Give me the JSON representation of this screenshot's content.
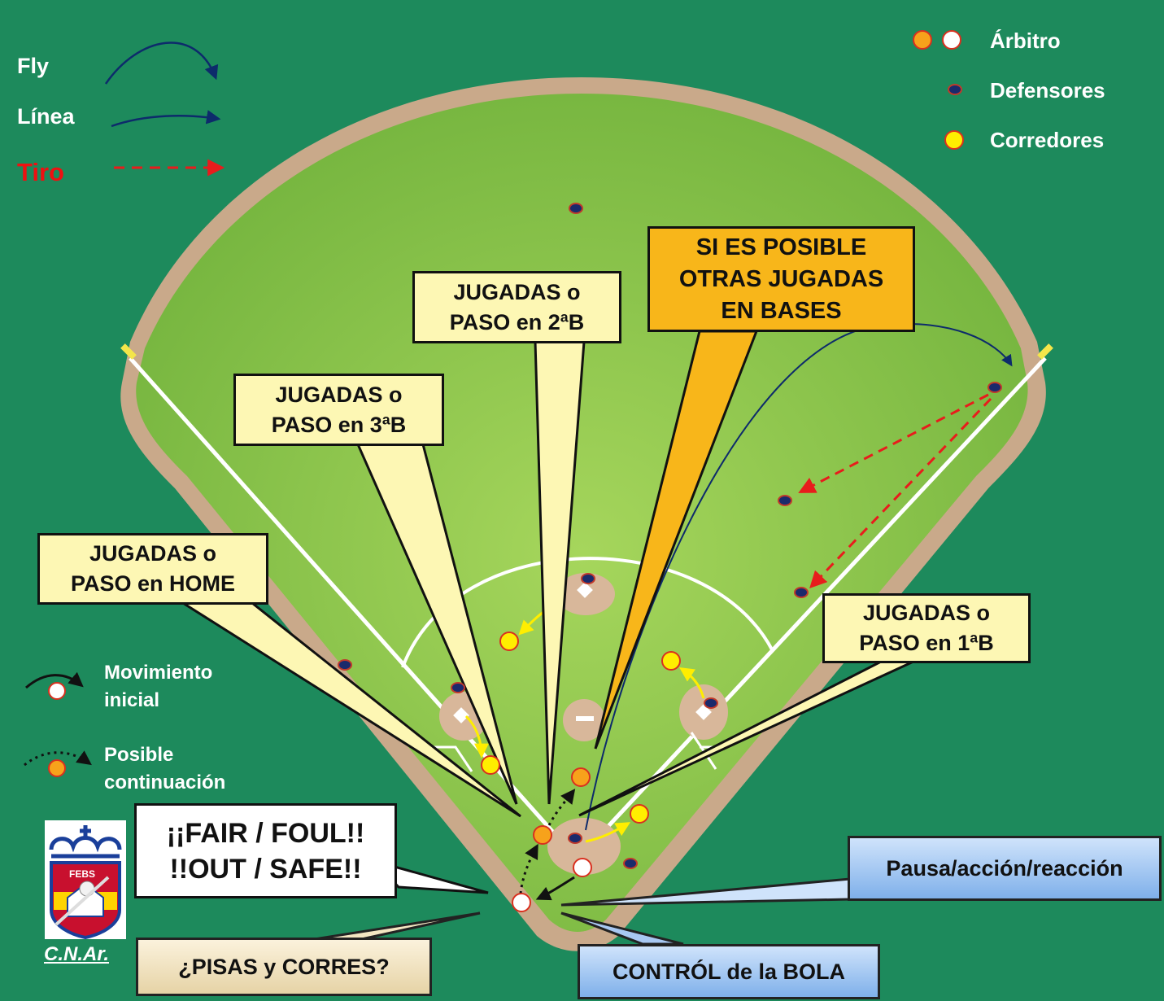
{
  "legend": {
    "fly": "Fly",
    "linea": "Línea",
    "tiro": "Tiro"
  },
  "key": {
    "arbitro": "Árbitro",
    "defensores": "Defensores",
    "corredores": "Corredores"
  },
  "movement": {
    "inicial_1": "Movimiento",
    "inicial_2": "inicial",
    "continuacion_1": "Posible",
    "continuacion_2": "continuación"
  },
  "callouts": {
    "segunda_1": "JUGADAS o",
    "segunda_2": "PASO en 2ªB",
    "tercera_1": "JUGADAS o",
    "tercera_2": "PASO en 3ªB",
    "home_1": "JUGADAS o",
    "home_2": "PASO en HOME",
    "primera_1": "JUGADAS o",
    "primera_2": "PASO en 1ªB",
    "otras_1": "SI ES POSIBLE",
    "otras_2": "OTRAS JUGADAS",
    "otras_3": "EN BASES",
    "fair_1": "¡¡FAIR / FOUL!!",
    "fair_2": "!!OUT / SAFE!!",
    "pausa": "Pausa/acción/reacción",
    "control": "CONTRÓL de la BOLA",
    "pisas": "¿PISAS y CORRES?"
  },
  "logo": {
    "caption": "C.N.Ar.",
    "emblem_text": "FEBS"
  },
  "colors": {
    "background": "#1d8a5c",
    "grass": "#86c14a",
    "warning_track": "#c9a98a",
    "dirt": "#d8b79a",
    "umpire_orange": "#f7a21b",
    "umpire_white": "#ffffff",
    "defender": "#1a2a6c",
    "defender_edge": "#c0392b",
    "runner": "#ffee00",
    "runner_edge": "#d9301f",
    "fly_line": "#0d2b6b",
    "throw": "#e81c1c",
    "callout_yellow": "#fdf7b4",
    "callout_orange": "#f8b61a"
  },
  "icons": [
    "fly-arrow-icon",
    "line-arrow-icon",
    "throw-arrow-icon",
    "umpire-icon",
    "defender-icon",
    "runner-icon",
    "initial-move-icon",
    "possible-continuation-icon",
    "crown-icon"
  ]
}
